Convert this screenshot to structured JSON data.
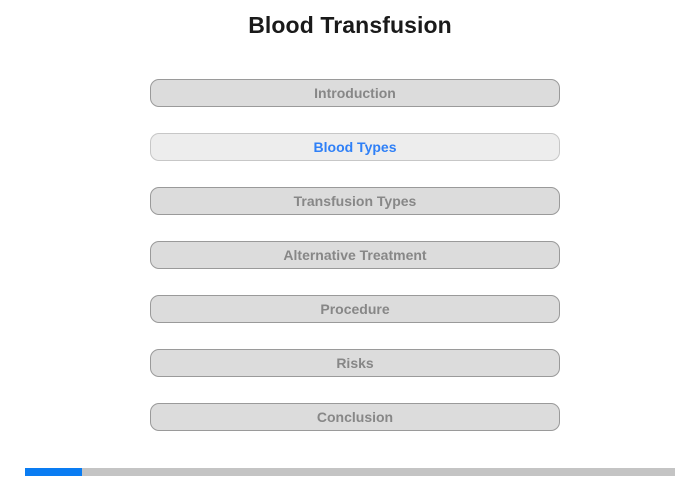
{
  "header": {
    "title": "Blood Transfusion"
  },
  "menu": {
    "items": [
      {
        "label": "Introduction",
        "active": false
      },
      {
        "label": "Blood Types",
        "active": true
      },
      {
        "label": "Transfusion Types",
        "active": false
      },
      {
        "label": "Alternative Treatment",
        "active": false
      },
      {
        "label": "Procedure",
        "active": false
      },
      {
        "label": "Risks",
        "active": false
      },
      {
        "label": "Conclusion",
        "active": false
      }
    ]
  },
  "progress": {
    "percent": 8.8,
    "fill_color": "#0a7cf2",
    "track_color": "#c4c4c4"
  },
  "colors": {
    "accent_blue": "#2f80f7",
    "button_fill": "#dcdcdc",
    "button_fill_active": "#ededed",
    "button_border": "#9a9a9a",
    "button_text": "#878787",
    "title_text": "#1a1a1a",
    "page_background": "#ffffff"
  }
}
